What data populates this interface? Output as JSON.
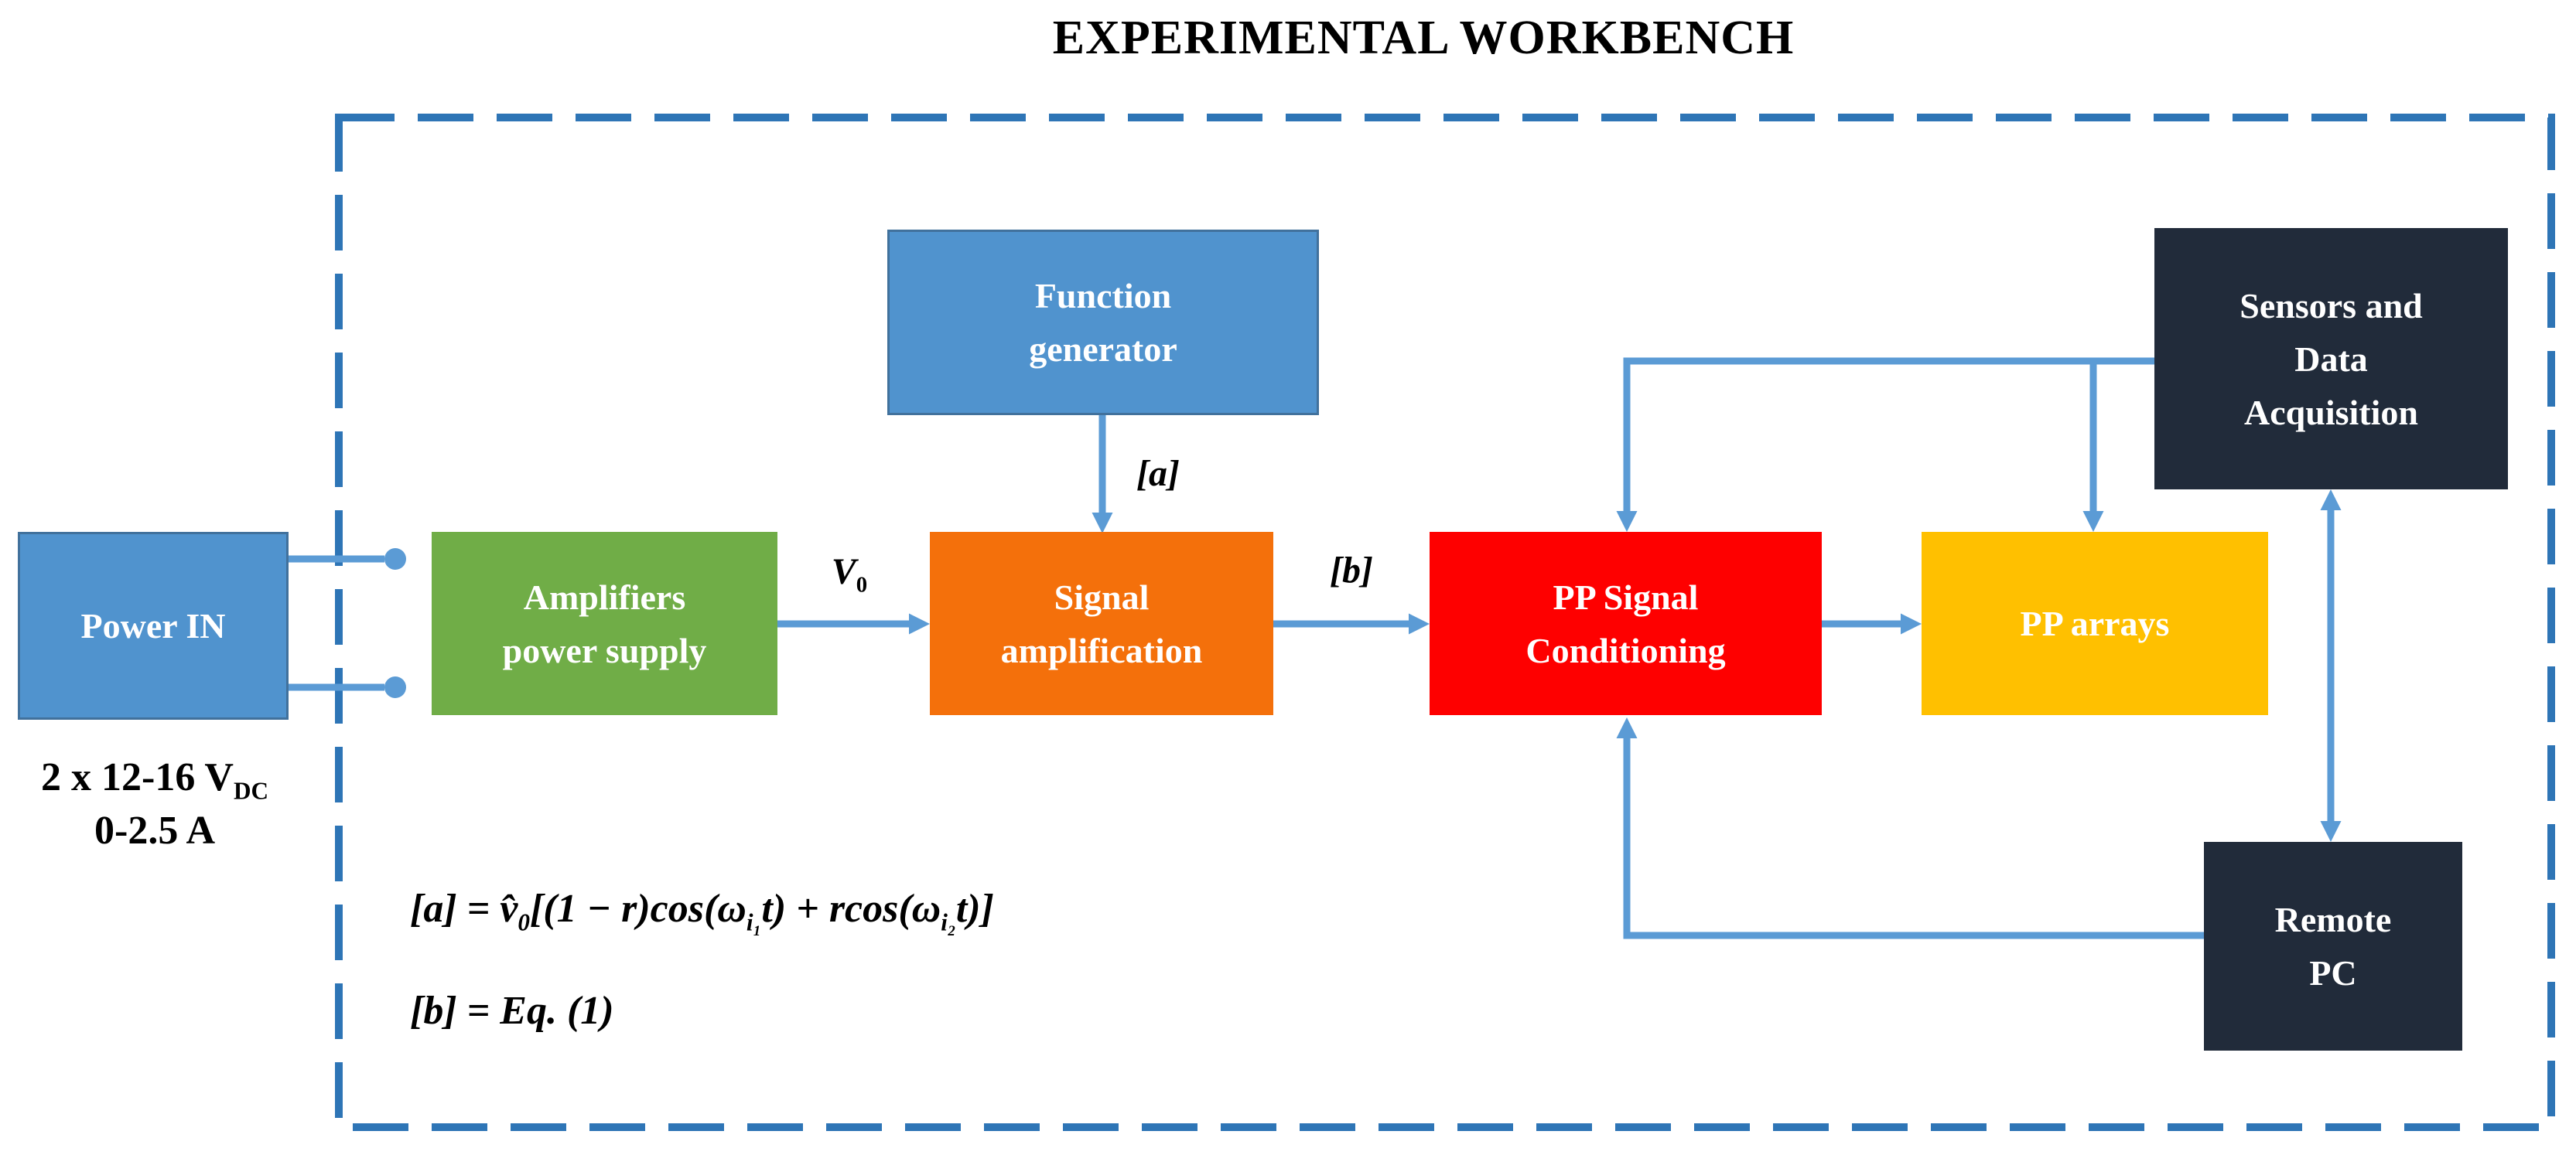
{
  "title": "EXPERIMENTAL WORKBENCH",
  "blocks": {
    "power_in": {
      "label": "Power IN",
      "color": "#5093CE"
    },
    "amplifiers_power_supply": {
      "label": "Amplifiers power supply",
      "color": "#70AD47"
    },
    "function_generator": {
      "label": "Function generator",
      "color": "#5093CE"
    },
    "signal_amplification": {
      "label": "Signal amplification",
      "color": "#F4700B"
    },
    "pp_signal_conditioning": {
      "label": "PP Signal Conditioning",
      "color": "#FE0000"
    },
    "pp_arrays": {
      "label": "PP arrays",
      "color": "#FFC000"
    },
    "sensors_daq": {
      "label": "Sensors and Data Acquisition",
      "color": "#212B3A"
    },
    "remote_pc": {
      "label": "Remote PC",
      "color": "#212B3A"
    }
  },
  "labels": {
    "v0_main": "V",
    "v0_sub": "0",
    "a": "[a]",
    "b": "[b]",
    "power_spec_line1_main": "2 x 12-16 V",
    "power_spec_line1_sub": "DC",
    "power_spec_line2": "0-2.5 A"
  },
  "equations": {
    "a": {
      "p1": "[a] = v̂",
      "s1": "0",
      "p2": "[(1 − r)cos(ω",
      "s2": "i₁",
      "p3": "t) + rcos(ω",
      "s3": "i₂",
      "p4": "t)]"
    },
    "b": "[b] = Eq. (1)"
  },
  "connections": [
    {
      "from": "Power IN",
      "to": "Amplifiers power supply",
      "style": "two terminal lines with dots"
    },
    {
      "from": "Amplifiers power supply",
      "to": "Signal amplification",
      "label": "V0"
    },
    {
      "from": "Function generator",
      "to": "Signal amplification",
      "label": "[a]"
    },
    {
      "from": "Signal amplification",
      "to": "PP Signal Conditioning",
      "label": "[b]"
    },
    {
      "from": "PP Signal Conditioning",
      "to": "PP arrays"
    },
    {
      "from": "Sensors and Data Acquisition",
      "to": "PP Signal Conditioning"
    },
    {
      "from": "Sensors and Data Acquisition",
      "to": "PP arrays"
    },
    {
      "from": "Sensors and Data Acquisition",
      "to": "Remote PC",
      "bidirectional": true
    },
    {
      "from": "Remote PC",
      "to": "PP Signal Conditioning"
    }
  ],
  "colors": {
    "arrow": "#5B9BD5",
    "dashed_border": "#2E75B6",
    "text": "#000000",
    "box_text": "#FFFFFF"
  }
}
